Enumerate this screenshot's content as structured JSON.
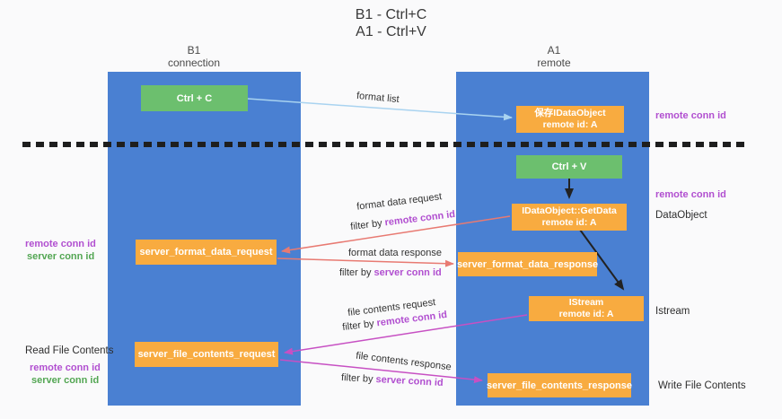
{
  "colors": {
    "lane_blue": "#4a80d2",
    "box_orange": "#f8ab40",
    "box_green": "#6cbf6e",
    "arrow_light_blue": "#a9d3f0",
    "arrow_salmon": "#e87a72",
    "arrow_magenta": "#c750c3",
    "arrow_black": "#222222",
    "text_purple": "#b14fd0",
    "text_green": "#53a653"
  },
  "title": {
    "line1": "B1 - Ctrl+C",
    "line2": "A1 - Ctrl+V"
  },
  "lanes": {
    "left": {
      "name": "B1",
      "subtitle": "connection"
    },
    "right": {
      "name": "A1",
      "subtitle": "remote"
    }
  },
  "nodes": {
    "ctrl_c": {
      "label": "Ctrl + C"
    },
    "ctrl_v": {
      "label": "Ctrl + V"
    },
    "save_dataobject": {
      "line1": "保存IDataObject",
      "line2": "remote id: A"
    },
    "getdata": {
      "line1": "IDataObject::GetData",
      "line2": "remote id: A"
    },
    "istream": {
      "line1": "IStream",
      "line2": "remote id: A"
    },
    "format_request": {
      "label": "server_format_data_request"
    },
    "format_response": {
      "label": "server_format_data_response"
    },
    "file_request": {
      "label": "server_file_contents_request"
    },
    "file_response": {
      "label": "server_file_contents_response"
    }
  },
  "arrow_labels": {
    "format_list": "format list",
    "format_data_request": "format data request",
    "format_data_response": "format data response",
    "file_contents_request": "file contents request",
    "file_contents_response": "file contents response",
    "filter_by": "filter by",
    "remote_conn_id": "remote conn id",
    "server_conn_id": "server conn id"
  },
  "annotations": {
    "right_remote_conn_id_1": "remote conn id",
    "right_remote_conn_id_2": "remote conn id",
    "right_dataobject": "DataObject",
    "right_istream": "Istream",
    "right_write_file_contents": "Write File Contents",
    "left_remote_conn_id_1": "remote conn id",
    "left_server_conn_id_1": "server conn id",
    "left_read_file_contents": "Read File Contents",
    "left_remote_conn_id_2": "remote conn id",
    "left_server_conn_id_2": "server conn id"
  }
}
